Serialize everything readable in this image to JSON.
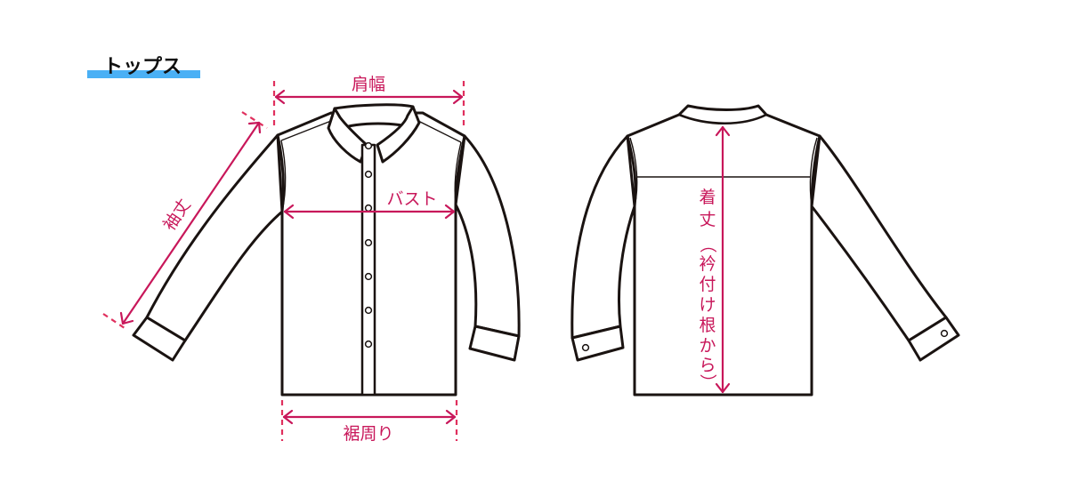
{
  "section": {
    "title": "トップス",
    "underline_color": "#4ab0f5"
  },
  "colors": {
    "measure": "#c8175a",
    "outline": "#1a1311"
  },
  "front_view": {
    "labels": {
      "shoulder_width": "肩幅",
      "sleeve_length": "袖丈",
      "bust": "バスト",
      "hem_circumference": "裾周り"
    },
    "button_count": 7
  },
  "back_view": {
    "labels": {
      "body_length_vertical": [
        "着",
        "丈",
        "（",
        "衿",
        "付",
        "け",
        "根",
        "か",
        "ら",
        "）"
      ],
      "body_length": "着丈（衿付け根から）"
    }
  }
}
